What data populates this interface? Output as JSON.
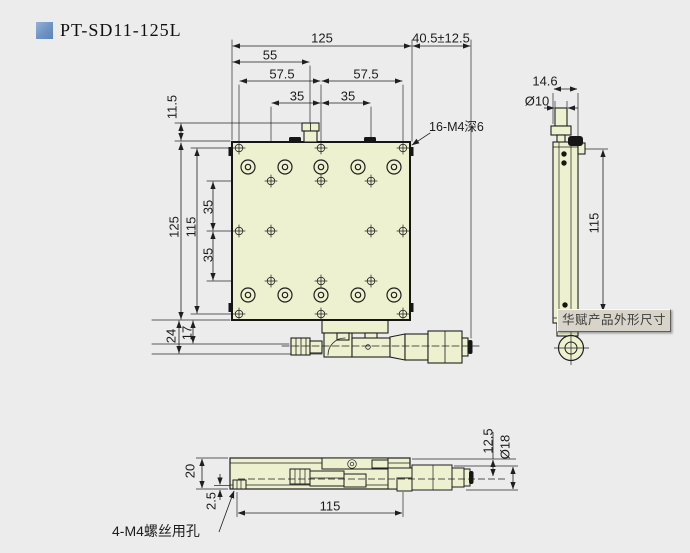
{
  "title": {
    "label": "PT-SD11-125L"
  },
  "front": {
    "dims": {
      "width": "125",
      "travel": "40.5±12.5",
      "d55": "55",
      "d57_left": "57.5",
      "d57_right": "57.5",
      "d35_left": "35",
      "d35_right": "35",
      "knob_height": "11.5",
      "height": "125",
      "hole_span": "115",
      "v35_top": "35",
      "v35_bottom": "35",
      "base_height": "24",
      "axis_height": "17"
    },
    "hole_note": "16-M4深6"
  },
  "side": {
    "dims": {
      "width": "14.6",
      "knob_dia": "Ø10",
      "hole_span": "115"
    }
  },
  "bottom": {
    "dims": {
      "height": "20",
      "base_thickness": "2.5",
      "hole_span": "115",
      "axis_height": "12.5",
      "knob_dia": "Ø18"
    },
    "hole_note": "4-M4螺丝用孔"
  },
  "watermark": {
    "text": "华赋产品外形尺寸"
  },
  "colors": {
    "background": "#ececec",
    "part_fill": "#eef1cf",
    "line": "#1f1f1f",
    "accent_square": "#7094c6",
    "tooltip_bg": "#d8d4ca"
  }
}
